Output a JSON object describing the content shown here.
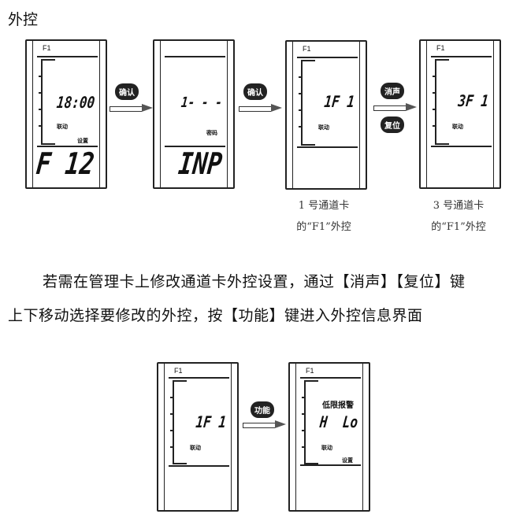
{
  "title": "外控",
  "panels": [
    {
      "label": "F1",
      "mid": "18:00",
      "link": "联动",
      "set": "设置",
      "bottom": "F 12"
    },
    {
      "mid": "1- - -",
      "pwd": "密码",
      "bottom": "INP"
    },
    {
      "label": "F1",
      "mid": "1F 1",
      "link": "联动"
    },
    {
      "label": "F1",
      "mid": "3F 1",
      "link": "联动"
    },
    {
      "label": "F1",
      "mid": "1F 1",
      "link": "联动"
    },
    {
      "label": "F1",
      "alarm": "低限报警",
      "mid": "H  Lo",
      "link": "联动",
      "set": "设置"
    }
  ],
  "buttons": {
    "confirm1": "确认",
    "confirm2": "确认",
    "mute": "消声",
    "reset": "复位",
    "func": "功能"
  },
  "captions": [
    {
      "l1": "1 号通道卡",
      "l2": "的“F1”外控"
    },
    {
      "l1": "3 号通道卡",
      "l2": "的“F1”外控"
    }
  ],
  "paragraph": {
    "line1": "若需在管理卡上修改通道卡外控设置，通过【消声】【复位】键",
    "line2": "上下移动选择要修改的外控，按【功能】键进入外控信息界面"
  }
}
